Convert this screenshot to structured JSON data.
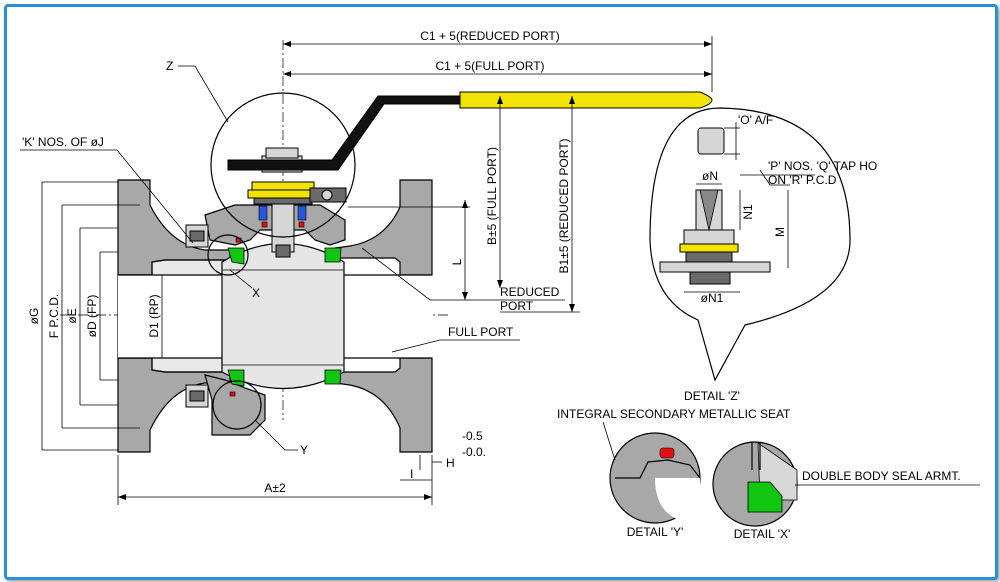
{
  "colors": {
    "frame": "#2a8fd6",
    "body": "#a8a8a8",
    "seat": "#11c611",
    "handle_grip": "#f2e400",
    "handle_bar": "#111111",
    "insert": "#e01010",
    "packing": "#2b55d8"
  },
  "labels": {
    "c1_reduced": "C1 + 5(REDUCED PORT)",
    "c1_full": "C1 + 5(FULL PORT)",
    "z": "Z",
    "k_nos": "'K'  NOS. OF øJ",
    "b_full": "B±5 (FULL PORT)",
    "b1_reduced": "B1±5 (REDUCED PORT)",
    "l": "L",
    "reduced_port_1": "REDUCED",
    "reduced_port_2": "PORT",
    "full_port": "FULL PORT",
    "x": "X",
    "y": "Y",
    "og": "øG",
    "fpcd": "F P.C.D.",
    "oe": "øE",
    "od_fp": "øD (FP)",
    "d1_rp": "D1 (RP)",
    "tol_1": "-0.5",
    "tol_2": "-0.0.",
    "h": "H",
    "i": "I",
    "a": "A±2",
    "o_af": "'O' A/F",
    "p_nos_1": "'P' NOS. 'Q' TAP HO",
    "p_nos_2": "ON 'R' P.C.D",
    "on": "øN",
    "n1": "N1",
    "m": "M",
    "on1": "øN1",
    "detail_z": "DETAIL 'Z'",
    "integral_seat": "INTEGRAL SECONDARY METALLIC SEAT",
    "double_seal": "DOUBLE BODY SEAL ARMT.",
    "detail_y": "DETAIL 'Y'",
    "detail_x": "DETAIL 'X'"
  }
}
